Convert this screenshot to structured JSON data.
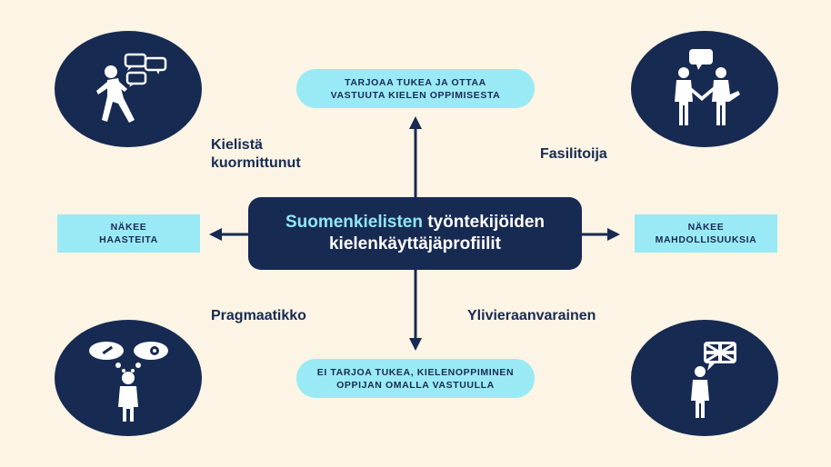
{
  "center": {
    "title_highlight": "Suomenkielisten",
    "title_rest": " työntekijöiden",
    "title_line2": "kielenkäyttäjäprofiilit"
  },
  "axes": {
    "top_line1": "TARJOAA TUKEA JA OTTAA",
    "top_line2": "VASTUUTA KIELEN OPPIMISESTA",
    "bottom_line1": "EI TARJOA TUKEA, KIELENOPPIMINEN",
    "bottom_line2": "OPPIJAN OMALLA VASTUULLA",
    "left_line1": "NÄKEE",
    "left_line2": "HAASTEITA",
    "right_line1": "NÄKEE",
    "right_line2": "MAHDOLLISUUKSIA"
  },
  "profiles": {
    "top_left_line1": "Kielistä",
    "top_left_line2": "kuormittunut",
    "top_right": "Fasilitoija",
    "bottom_left": "Pragmaatikko",
    "bottom_right": "Ylivieraanvarainen"
  },
  "colors": {
    "navy": "#172a52",
    "cyan": "#9aeaf5",
    "background": "#fcf4e4"
  },
  "icons": [
    "stressed-walking-person-icon",
    "two-people-talking-icon",
    "person-thinking-tools-icon",
    "person-uk-flag-icon"
  ]
}
